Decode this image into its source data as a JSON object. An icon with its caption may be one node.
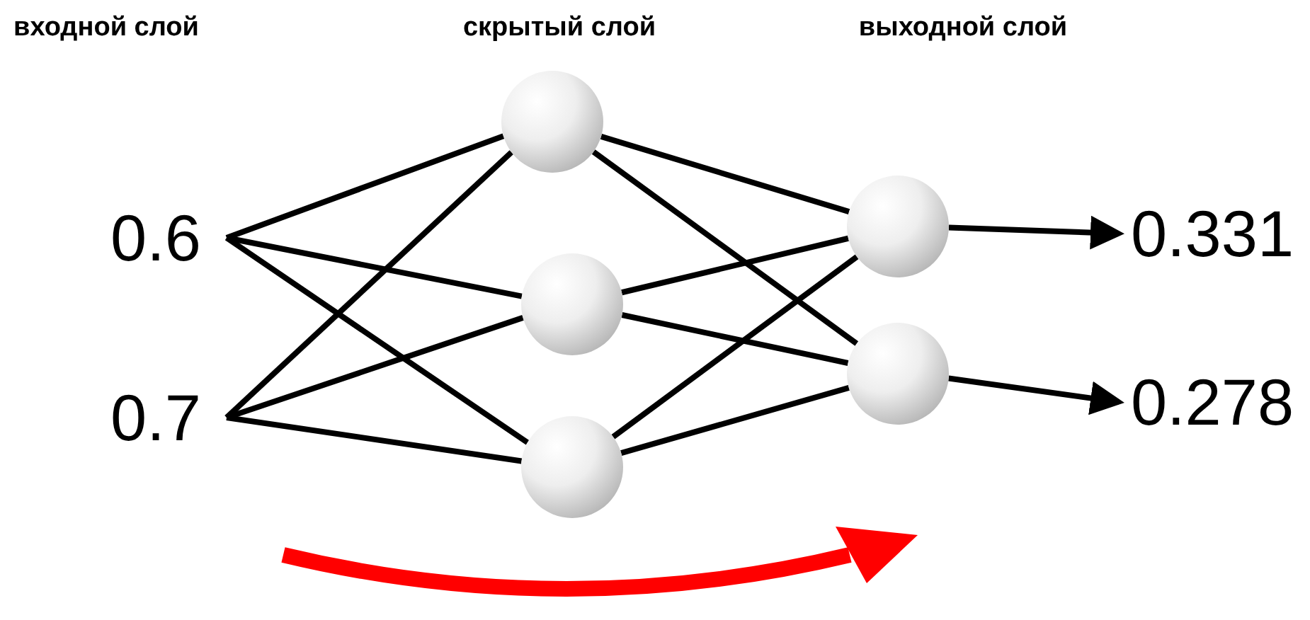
{
  "diagram": {
    "nodes": [
      {
        "text": [
          "0.6"
        ]
      },
      {
        "text": [
          "0.7"
        ]
      },
      {
        "text": [],
        "shape": "circle"
      },
      {
        "text": [],
        "shape": "circle"
      },
      {
        "text": [],
        "shape": "circle"
      },
      {
        "text": [],
        "shape": "circle"
      },
      {
        "text": [],
        "shape": "circle"
      },
      {
        "text": [
          "0.331"
        ]
      },
      {
        "text": [
          "0.278"
        ]
      }
    ],
    "edges": [
      {
        "from": 0,
        "to": 2,
        "arrow": "none"
      },
      {
        "from": 0,
        "to": 3,
        "arrow": "none"
      },
      {
        "from": 0,
        "to": 4,
        "arrow": "none"
      },
      {
        "from": 1,
        "to": 2,
        "arrow": "none"
      },
      {
        "from": 1,
        "to": 3,
        "arrow": "none"
      },
      {
        "from": 1,
        "to": 4,
        "arrow": "none"
      },
      {
        "from": 2,
        "to": 5,
        "arrow": "none"
      },
      {
        "from": 2,
        "to": 6,
        "arrow": "none"
      },
      {
        "from": 3,
        "to": 5,
        "arrow": "none"
      },
      {
        "from": 3,
        "to": 6,
        "arrow": "none"
      },
      {
        "from": 4,
        "to": 5,
        "arrow": "none"
      },
      {
        "from": 4,
        "to": 6,
        "arrow": "none"
      },
      {
        "from": 5,
        "to": 7,
        "arrow": "to"
      },
      {
        "from": 6,
        "to": 8,
        "arrow": "to"
      }
    ],
    "labels": [
      "входной слой",
      "скрытый слой",
      "выходной слой"
    ]
  }
}
